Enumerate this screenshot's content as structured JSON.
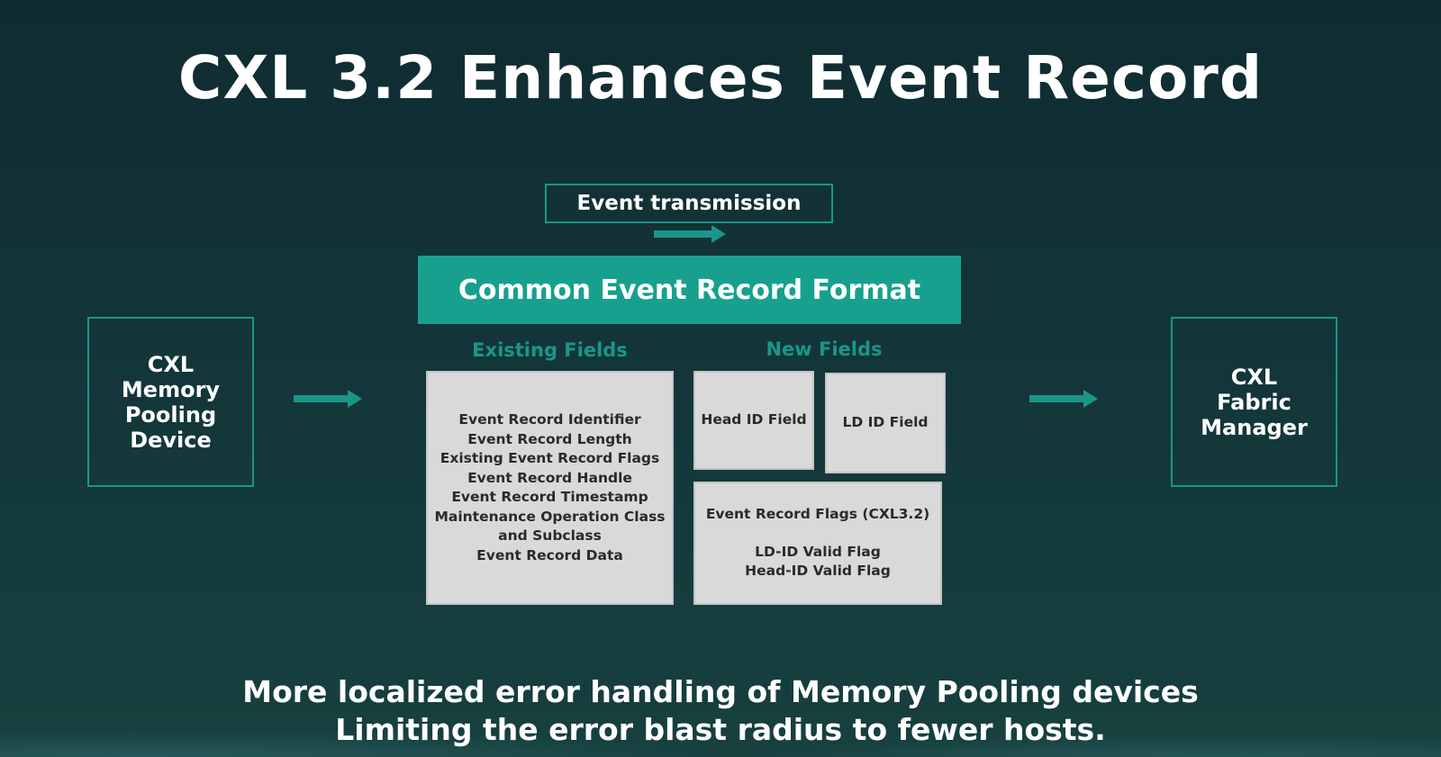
{
  "title": "CXL 3.2 Enhances Event Record",
  "event_transmission": "Event transmission",
  "left_box": "CXL\nMemory\nPooling\nDevice",
  "right_box": "CXL\nFabric\nManager",
  "common_header": "Common Event Record Format",
  "existing_label": "Existing Fields",
  "new_label": "New Fields",
  "existing_fields": [
    "Event Record Identifier",
    "Event Record Length",
    "Existing Event Record Flags",
    "Event Record Handle",
    "Event Record Timestamp",
    "Maintenance Operation Class",
    "and Subclass",
    "Event Record Data"
  ],
  "head_id_field": "Head ID Field",
  "ld_id_field": "LD ID Field",
  "flags_title": "Event Record Flags (CXL3.2)",
  "flags_items": [
    "LD-ID Valid Flag",
    "Head-ID Valid Flag"
  ],
  "bottom_lines": [
    "More localized error handling of Memory Pooling devices",
    "Limiting the error blast radius to fewer hosts."
  ],
  "colors": {
    "accent": "#17a08e",
    "background": "#133539",
    "box_fill": "#d9d9d9"
  }
}
